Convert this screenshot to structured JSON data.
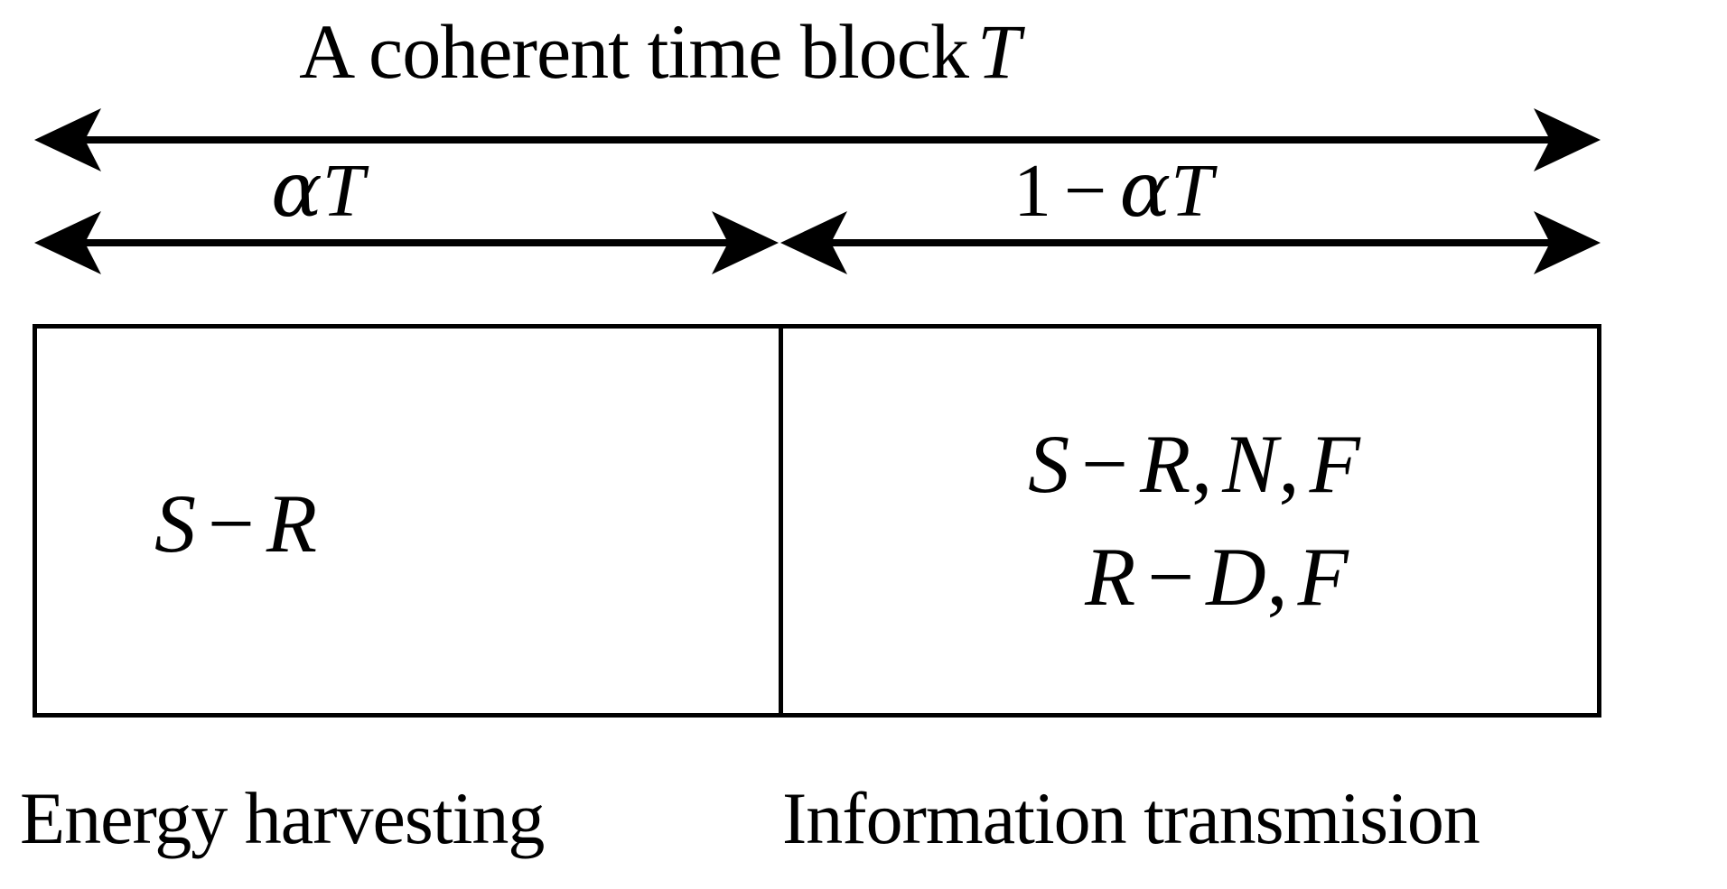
{
  "title": {
    "text": "A coherent time block",
    "symbol": "T"
  },
  "segments": {
    "first": {
      "greek": "α",
      "variable": "T"
    },
    "second": {
      "number": "1",
      "operator": "−",
      "greek": "α",
      "variable": "T"
    }
  },
  "block": {
    "left_cell": {
      "line1": {
        "a": "S",
        "op": "−",
        "b": "R"
      }
    },
    "right_cell": {
      "line1": {
        "a": "S",
        "op": "−",
        "b": "R",
        "comma1": ",",
        "c": "N",
        "comma2": ",",
        "d": "F"
      },
      "line2": {
        "a": "R",
        "op": "−",
        "b": "D",
        "comma1": ",",
        "c": "F"
      }
    }
  },
  "captions": {
    "left": "Energy harvesting",
    "right": "Information transmision"
  },
  "colors": {
    "ink": "#000000",
    "background": "#ffffff"
  },
  "arrows": {
    "full_span": "double-headed-arrow-full-block",
    "first_segment": "double-headed-arrow-alpha-segment",
    "second_segment": "double-headed-arrow-remaining-segment"
  }
}
